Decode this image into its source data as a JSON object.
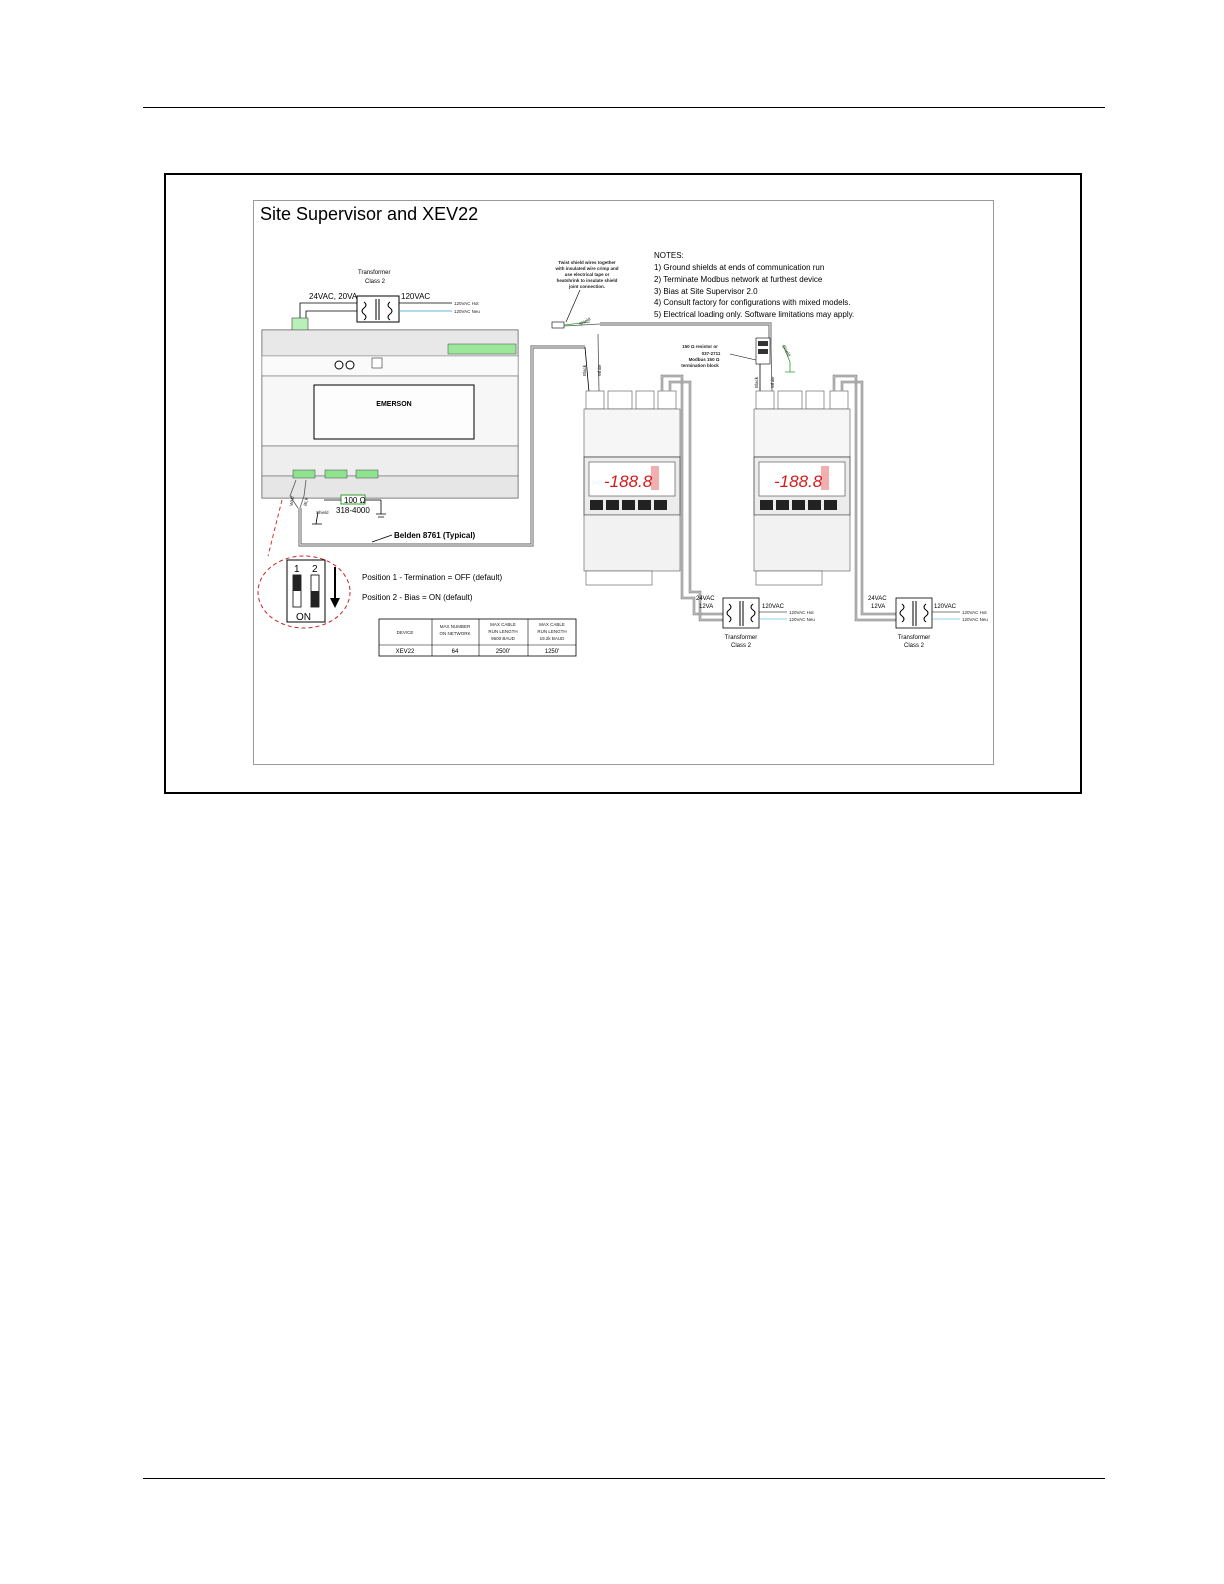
{
  "diagram": {
    "title": "Site Supervisor and XEV22",
    "notes": {
      "heading": "NOTES:",
      "items": [
        "1) Ground shields at ends of communication run",
        "2) Terminate Modbus network at furthest device",
        "3) Bias at Site Supervisor 2.0",
        "4) Consult factory for configurations with mixed models.",
        "5) Electrical loading only.  Software limitations may apply."
      ]
    },
    "twist_note": [
      "Twist shield wires together",
      "with insulated wire crimp and",
      "use electrical tape or",
      "heatshrink to insulate shield",
      "joint connection."
    ],
    "termination_note": [
      "150 Ω resistor or",
      "037-2711",
      "Modbus 150 Ω",
      "termination block"
    ],
    "main_transformer": {
      "title_line1": "Transformer",
      "title_line2": "Class 2",
      "secondary": "24VAC, 20VA",
      "primary": "120VAC",
      "hot": "120VAC Hot",
      "neu": "120VAC Neu"
    },
    "controller": {
      "brand": "EMERSON"
    },
    "resistor": {
      "value": "100 Ω",
      "part": "318-4000"
    },
    "cable": "Belden 8761 (Typical)",
    "wire_colors": {
      "black": "Black",
      "white": "White",
      "shield": "Shield",
      "wht": "WHT",
      "blk": "BLK"
    },
    "dip": {
      "num1": "1",
      "num2": "2",
      "on": "ON",
      "position1": "Position 1 - Termination = OFF (default)",
      "position2": "Position 2 - Bias = ON (default)"
    },
    "table": {
      "headers": [
        [
          "DEVICE"
        ],
        [
          "MAX NUMBER",
          "ON NETWORK"
        ],
        [
          "MAX CABLE",
          "RUN LENGTH",
          "9600 BAUD"
        ],
        [
          "MAX CABLE",
          "RUN LENGTH",
          "19.2k BAUD"
        ]
      ],
      "row": [
        "XEV22",
        "64",
        "2500'",
        "1250'"
      ]
    },
    "device_display": "-188.8",
    "device_transformers": [
      {
        "secondary_line1": "24VAC",
        "secondary_line2": "12VA",
        "primary": "120VAC",
        "hot": "120VAC Hot",
        "neu": "120VAC Neu",
        "title_line1": "Transformer",
        "title_line2": "Class 2"
      },
      {
        "secondary_line1": "24VAC",
        "secondary_line2": "12VA",
        "primary": "120VAC",
        "hot": "120VAC Hot",
        "neu": "120VAC Neu",
        "title_line1": "Transformer",
        "title_line2": "Class 2"
      }
    ]
  }
}
